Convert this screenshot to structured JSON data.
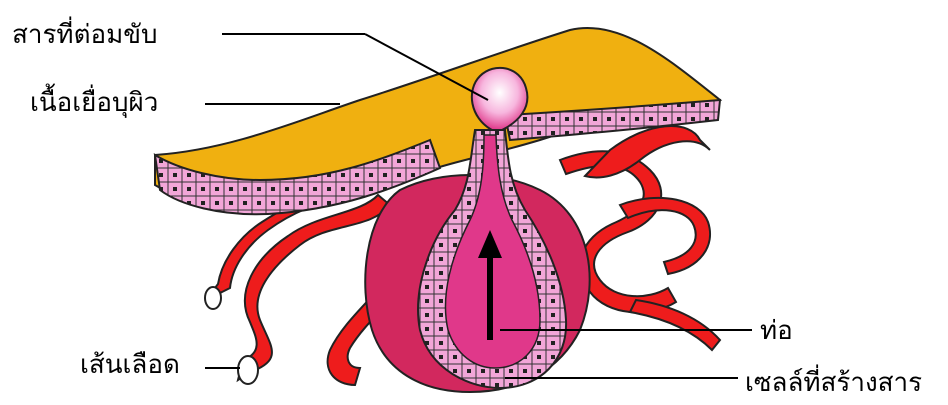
{
  "labels": {
    "secretion": "สารที่ต่อมขับ",
    "epithelium": "เนื้อเยื่อบุผิว",
    "duct": "ท่อ",
    "secretory_cell": "เซลล์ที่สร้างสาร",
    "blood_vessel": "เส้นเลือด"
  },
  "colors": {
    "epithelium_surface": "#f0b010",
    "epithelium_edge": "#e79ad0",
    "gland_body": "#d2285e",
    "duct_lumen": "#e0388a",
    "cells": "#f2a6d8",
    "blood_vessel": "#ee1c1c",
    "secretion_drop": "#f59bd5",
    "label_line": "#000000"
  }
}
